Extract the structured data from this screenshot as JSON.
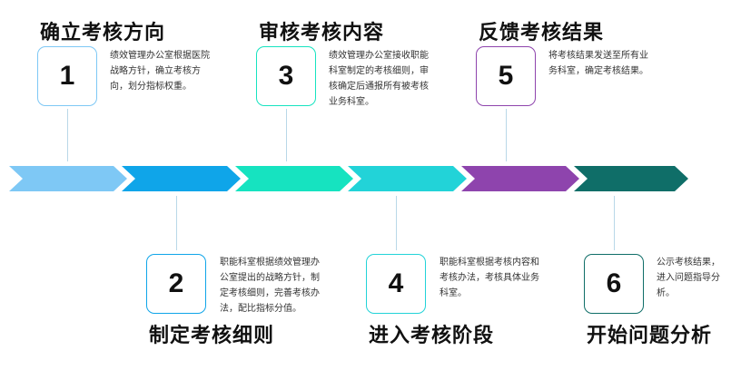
{
  "steps": [
    {
      "number": "1",
      "title": "确立考核方向",
      "description": "绩效管理办公室根据医院战略方针，确立考核方向，划分指标权重。",
      "color": "#7ec8f5"
    },
    {
      "number": "2",
      "title": "制定考核细则",
      "description": "职能科室根据绩效管理办公室提出的战略方针，制定考核细则，完善考核办法，配比指标分值。",
      "color": "#0fa5e9"
    },
    {
      "number": "3",
      "title": "审核考核内容",
      "description": "绩效管理办公室接收职能科室制定的考核细则，审核确定后通报所有被考核业务科室。",
      "color": "#16e3c0"
    },
    {
      "number": "4",
      "title": "进入考核阶段",
      "description": "职能科室根据考核内容和考核办法，考核具体业务科室。",
      "color": "#22d3d8"
    },
    {
      "number": "5",
      "title": "反馈考核结果",
      "description": "将考核结果发送至所有业务科室，确定考核结果。",
      "color": "#8e44ad"
    },
    {
      "number": "6",
      "title": "开始问题分析",
      "description": "公示考核结果，进入问题指导分析。",
      "color": "#0f6e68"
    }
  ]
}
